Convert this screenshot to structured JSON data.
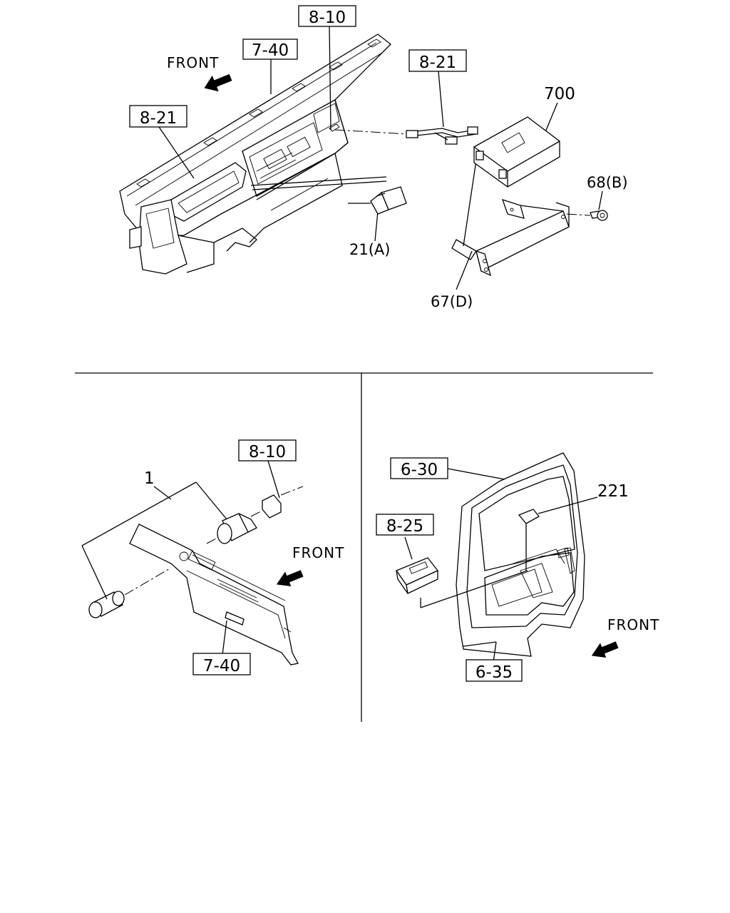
{
  "top_section": {
    "front_label": "FRONT",
    "ref_7_40": "7-40",
    "ref_8_10": "8-10",
    "ref_8_21_left": "8-21",
    "ref_8_21_right": "8-21",
    "part_700": "700",
    "part_68b": "68(B)",
    "part_21a": "21(A)",
    "part_67d": "67(D)"
  },
  "bottom_left": {
    "part_1": "1",
    "ref_8_10": "8-10",
    "front_label": "FRONT",
    "ref_7_40": "7-40"
  },
  "bottom_right": {
    "ref_6_30": "6-30",
    "part_221": "221",
    "ref_8_25": "8-25",
    "front_label": "FRONT",
    "ref_6_35": "6-35"
  }
}
